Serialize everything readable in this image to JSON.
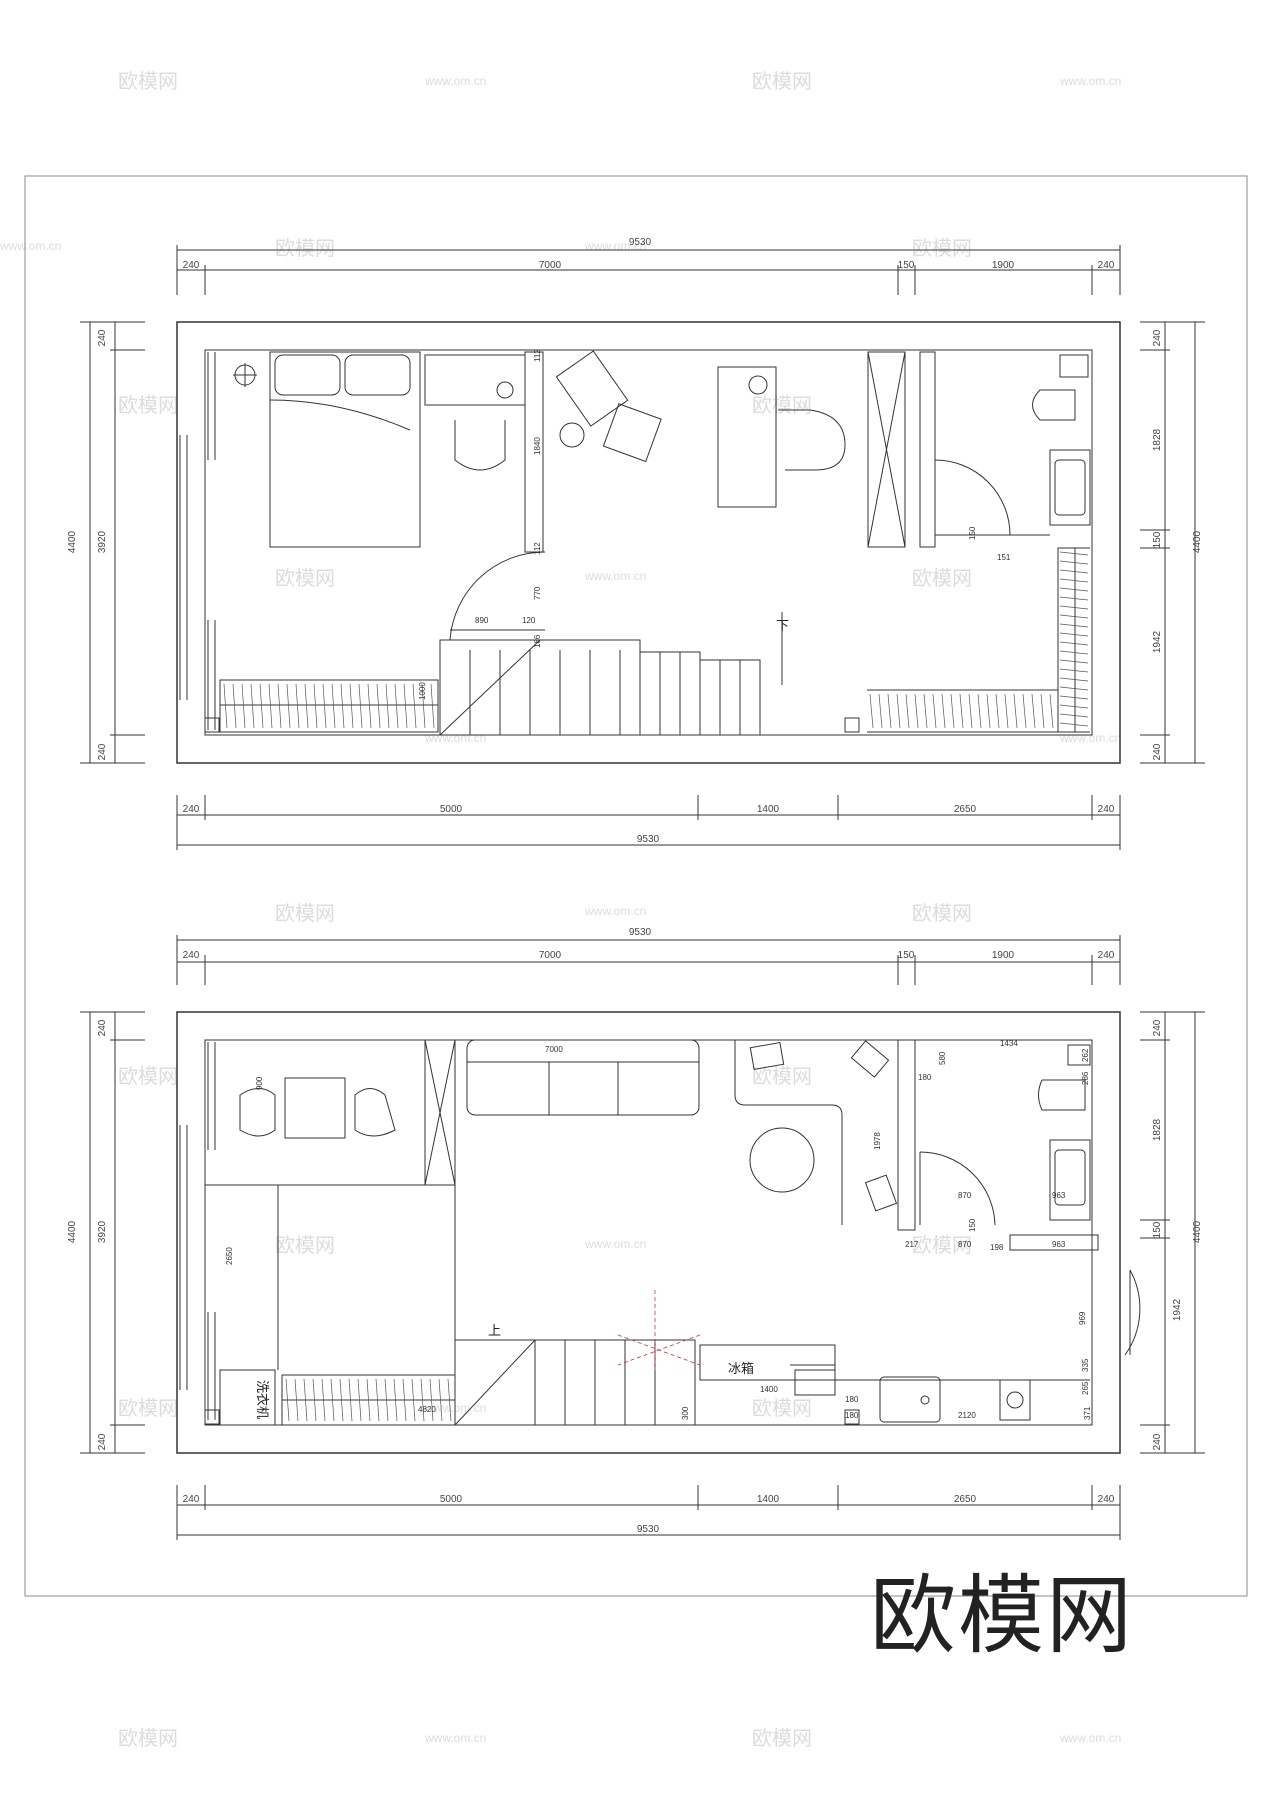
{
  "watermark": {
    "logo": "欧模网",
    "url": "www.om.cn"
  },
  "big_logo": "欧模网",
  "plan_top": {
    "dims_top_total": "9530",
    "dims_top": [
      "240",
      "7000",
      "150",
      "1900",
      "240"
    ],
    "dims_bottom": [
      "240",
      "5000",
      "1400",
      "2650",
      "240"
    ],
    "dims_bottom_total": "9530",
    "dims_left_total": "4400",
    "dims_left": [
      "240",
      "3920",
      "240"
    ],
    "dims_right": [
      "240",
      "1828",
      "150",
      "1942",
      "240"
    ],
    "dims_right_total": "4400",
    "inner_labels": [
      "1840",
      "770",
      "890",
      "120",
      "186",
      "1000",
      "150",
      "151",
      "112",
      "112"
    ],
    "stair_label": "下"
  },
  "plan_bottom": {
    "dims_top_total": "9530",
    "dims_top": [
      "240",
      "7000",
      "150",
      "1900",
      "240"
    ],
    "dims_bottom": [
      "240",
      "5000",
      "1400",
      "2650",
      "240"
    ],
    "dims_bottom_total": "9530",
    "dims_left_total": "4400",
    "dims_left": [
      "240",
      "3920",
      "240"
    ],
    "dims_right": [
      "240",
      "1828",
      "150",
      "1942",
      "240"
    ],
    "dims_right_total": "4400",
    "inner_labels": [
      "7000",
      "900",
      "2650",
      "1978",
      "1434",
      "580",
      "180",
      "870",
      "870",
      "217",
      "198",
      "963",
      "963",
      "969",
      "2120",
      "1400",
      "300",
      "4820",
      "180",
      "180",
      "262",
      "286",
      "335",
      "265",
      "371",
      "150"
    ],
    "stair_label": "上",
    "fridge_label": "冰箱",
    "washer_label": "洗衣机"
  }
}
